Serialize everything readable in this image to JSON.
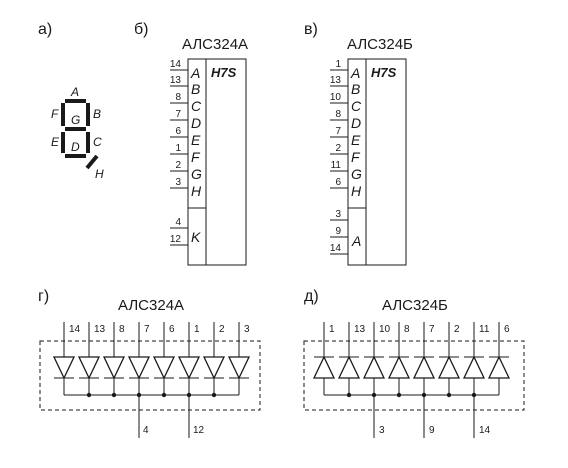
{
  "panel_a": {
    "label": "а)",
    "segments": [
      "A",
      "B",
      "C",
      "D",
      "E",
      "F",
      "G",
      "H"
    ]
  },
  "panel_b": {
    "label": "б)",
    "title": "АЛС324А",
    "function": "H7S",
    "inputs": [
      {
        "pin": "14",
        "signal": "A"
      },
      {
        "pin": "13",
        "signal": "B"
      },
      {
        "pin": "8",
        "signal": "C"
      },
      {
        "pin": "7",
        "signal": "D"
      },
      {
        "pin": "6",
        "signal": "E"
      },
      {
        "pin": "1",
        "signal": "F"
      },
      {
        "pin": "2",
        "signal": "G"
      },
      {
        "pin": "3",
        "signal": "H"
      }
    ],
    "common": {
      "signal": "K",
      "pins": [
        "4",
        "12"
      ]
    }
  },
  "panel_v": {
    "label": "в)",
    "title": "АЛС324Б",
    "function": "H7S",
    "inputs": [
      {
        "pin": "1",
        "signal": "A"
      },
      {
        "pin": "13",
        "signal": "B"
      },
      {
        "pin": "10",
        "signal": "C"
      },
      {
        "pin": "8",
        "signal": "D"
      },
      {
        "pin": "7",
        "signal": "E"
      },
      {
        "pin": "2",
        "signal": "F"
      },
      {
        "pin": "11",
        "signal": "G"
      },
      {
        "pin": "6",
        "signal": "H"
      }
    ],
    "common": {
      "signal": "A",
      "pins": [
        "3",
        "9",
        "14"
      ]
    }
  },
  "panel_g": {
    "label": "г)",
    "title": "АЛС324А",
    "top_pins": [
      "14",
      "13",
      "8",
      "7",
      "6",
      "1",
      "2",
      "3"
    ],
    "bottom_pins": [
      "4",
      "12"
    ]
  },
  "panel_d": {
    "label": "д)",
    "title": "АЛС324Б",
    "top_pins": [
      "1",
      "13",
      "10",
      "8",
      "7",
      "2",
      "11",
      "6"
    ],
    "bottom_pins": [
      "3",
      "9",
      "14"
    ]
  }
}
